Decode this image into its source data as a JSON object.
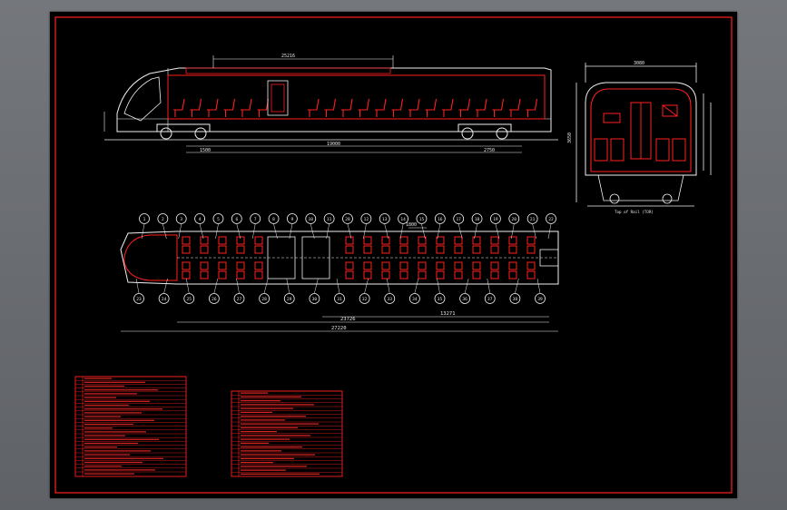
{
  "colors": {
    "background": "#6b6e73",
    "sheet": "#000000",
    "primary_line": "#ff2020",
    "secondary_line": "#f0f0f0"
  },
  "dimensions": {
    "side_overall": "25216",
    "side_mid": "19000",
    "side_right": "2750",
    "side_left": "1500",
    "plan_total": "27220",
    "plan_mid": "23726",
    "plan_right": "13271",
    "plan_top": "1800",
    "front_width": "3080",
    "front_height": "3650"
  },
  "section": {
    "caption": "Top of Rail (TOR)"
  },
  "balloons": {
    "top_row": [
      "1",
      "2",
      "3",
      "4",
      "5",
      "6",
      "7",
      "8",
      "9",
      "10",
      "11",
      "28",
      "12",
      "13",
      "14",
      "15",
      "16",
      "17",
      "18",
      "19",
      "20",
      "21",
      "22"
    ],
    "bottom_row": [
      "23",
      "24",
      "25",
      "26",
      "27",
      "28",
      "29",
      "30",
      "31",
      "32",
      "33",
      "34",
      "35",
      "36",
      "37",
      "38",
      "39"
    ]
  }
}
